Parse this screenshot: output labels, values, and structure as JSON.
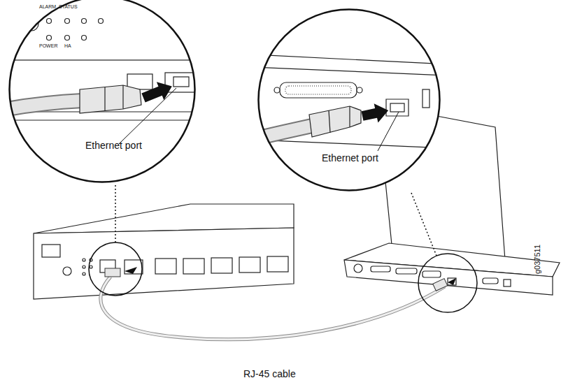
{
  "diagram": {
    "nodes": [
      {
        "text": [
          "Ethernet port"
        ]
      },
      {
        "text": [
          "Ethernet port"
        ]
      }
    ],
    "labels": [
      "RJ-45 cable",
      "g037511",
      "ALARM",
      "STATUS",
      "POWER",
      "HA"
    ]
  }
}
